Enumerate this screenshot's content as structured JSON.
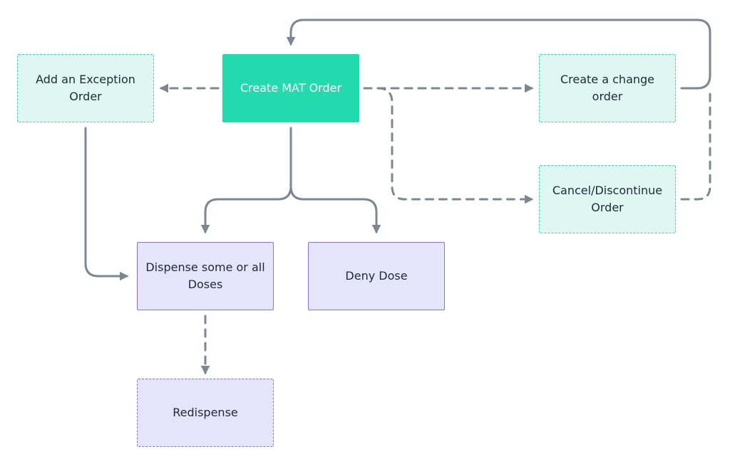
{
  "diagram": {
    "nodes": {
      "create_mat_order": {
        "label": "Create MAT Order"
      },
      "add_exception_order": {
        "label": "Add an Exception Order"
      },
      "create_change_order": {
        "label": "Create a change order"
      },
      "cancel_discontinue_order": {
        "label": "Cancel/Discontinue Order"
      },
      "dispense_doses": {
        "label": "Dispense some or all Doses"
      },
      "deny_dose": {
        "label": "Deny Dose"
      },
      "redispense": {
        "label": "Redispense"
      }
    },
    "colors": {
      "primary_fill": "#23d9ae",
      "optional_fill": "#dff7f1",
      "optional_border": "#3fd4ad",
      "action_fill": "#e4e4fb",
      "action_border": "#8a74d6",
      "connector": "#7b8791"
    }
  }
}
